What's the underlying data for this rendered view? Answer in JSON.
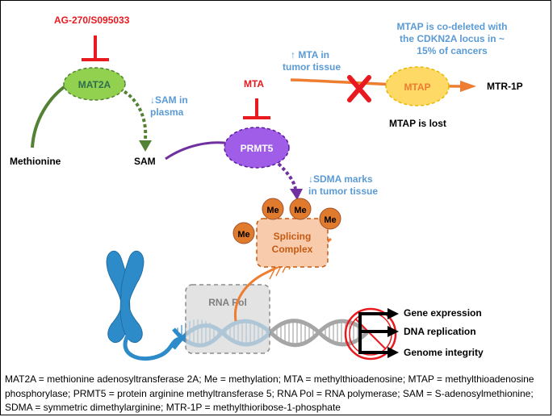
{
  "inhibitor_label": "AG-270/S095033",
  "nodes": {
    "mat2a": "MAT2A",
    "prmt5": "PRMT5",
    "mtap": "MTAP",
    "rna_pol": "RNA Pol",
    "splicing_line1": "Splicing",
    "splicing_line2": "Complex",
    "me": "Me"
  },
  "metabolites": {
    "methionine": "Methionine",
    "sam": "SAM",
    "mta": "MTA",
    "mtr1p": "MTR-1P"
  },
  "annotations": {
    "sam_plasma_line1": "↓SAM in",
    "sam_plasma_line2": "plasma",
    "mta_tumor_line1": "↑ MTA in",
    "mta_tumor_line2": "tumor tissue",
    "codeleted_line1": "MTAP is co-deleted with",
    "codeleted_line2": "the CDKN2A locus in ~",
    "codeleted_line3": "15% of cancers",
    "mtap_lost": "MTAP is lost",
    "sdma_line1": "↓SDMA marks",
    "sdma_line2": "in tumor tissue"
  },
  "outcomes": [
    "Gene expression",
    "DNA replication",
    "Genome integrity"
  ],
  "legend": "MAT2A = methionine adenosyltransferase 2A; Me = methylation; MTA = methylthioadenosine; MTAP = methylthioadenosine phosphorylase; PRMT5 = protein arginine methyltransferase 5; RNA Pol = RNA polymerase; SAM = S-adenosylmethionine; SDMA = symmetric dimethylarginine; MTR-1P = methylthioribose-1-phosphate",
  "colors": {
    "inhibitor_red": "#e8191f",
    "annotation_blue": "#5b9bd5",
    "mat2a_green": "#92d050",
    "pathway_green": "#548235",
    "prmt5_purple": "#a05ee8",
    "mtap_yellow": "#ffd966",
    "mtap_arrow_orange": "#ed7d31",
    "me_orange": "#e07a2c",
    "splicing_peach": "#f8cbad",
    "chromosome_blue": "#2e8bc9"
  }
}
